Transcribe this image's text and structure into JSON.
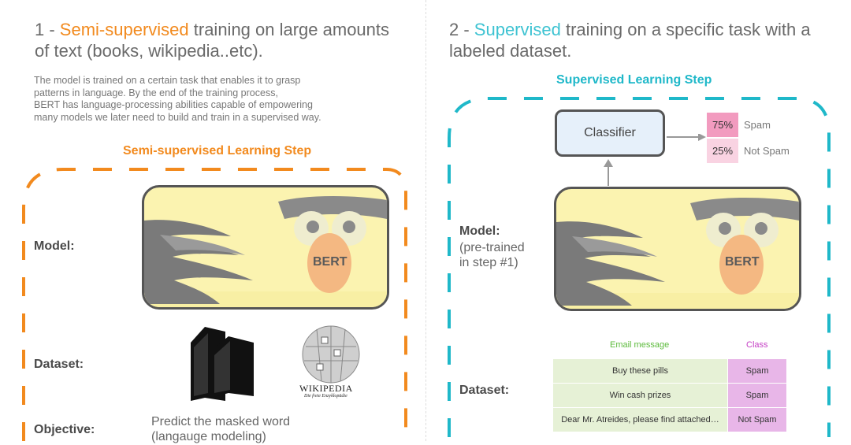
{
  "left": {
    "heading_num": "1 - ",
    "heading_accent": "Semi-supervised",
    "heading_rest_1": " training on large amounts",
    "heading_line2": "of text (books, wikipedia..etc).",
    "description": [
      "The model is trained on a certain task that enables it to grasp",
      "patterns in language. By the end of the training process,",
      "BERT has language-processing abilities capable of empowering",
      "many models we later need to build and train in a supervised way."
    ],
    "step_title": "Semi-supervised Learning Step",
    "model_label": "Model:",
    "bert_label": "BERT",
    "dataset_label": "Dataset:",
    "objective_label": "Objective:",
    "objective_text_1": "Predict the masked word",
    "objective_text_2": "(langauge modeling)",
    "wikipedia_wordmark": "WIKIPEDIA",
    "wikipedia_tagline": "Die freie Enzyklopädie"
  },
  "right": {
    "heading_num": "2 - ",
    "heading_accent": "Supervised",
    "heading_rest_1": " training on a specific task with a",
    "heading_line2": "labeled dataset.",
    "step_title": "Supervised Learning Step",
    "classifier_label": "Classifier",
    "outputs": [
      {
        "pct": "75%",
        "label": "Spam"
      },
      {
        "pct": "25%",
        "label": "Not Spam"
      }
    ],
    "model_label": "Model:",
    "model_note_1": "(pre-trained",
    "model_note_2": "in step #1)",
    "bert_label": "BERT",
    "dataset_label": "Dataset:",
    "table_headers": {
      "message": "Email message",
      "class": "Class"
    },
    "table_rows": [
      {
        "message": "Buy these pills",
        "class": "Spam"
      },
      {
        "message": "Win cash prizes",
        "class": "Spam"
      },
      {
        "message": "Dear Mr. Atreides, please find attached…",
        "class": "Not Spam"
      }
    ]
  },
  "colors": {
    "orange": "#f28a1e",
    "teal": "#1fb8c9",
    "bert_body": "#fbf3b0",
    "bert_nose": "#f4b882",
    "spam_dark": "#f29bbf",
    "spam_light": "#f9d3e2",
    "classifier_fill": "#e6f0fa"
  }
}
